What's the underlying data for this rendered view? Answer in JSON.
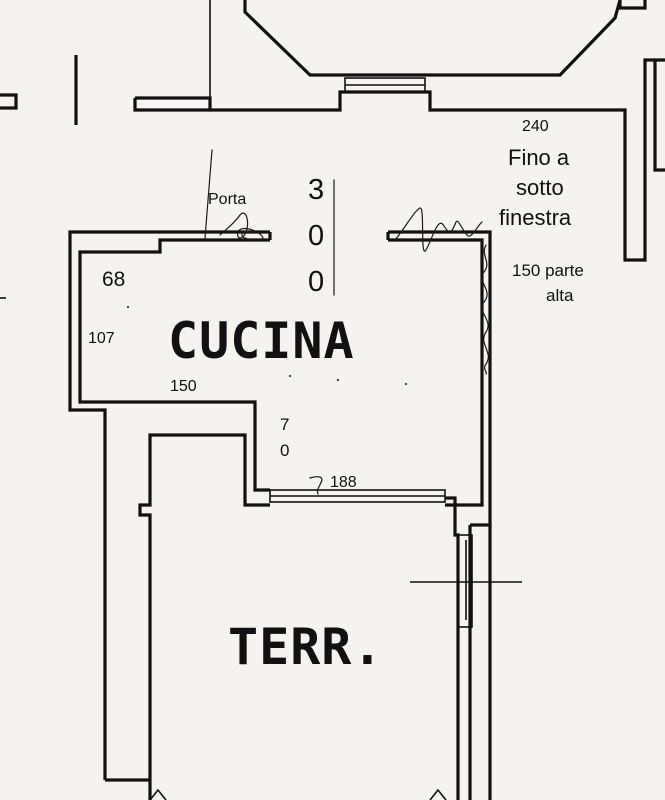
{
  "rooms": {
    "kitchen": "CUCINA",
    "terrace": "TERR."
  },
  "annotations": {
    "door": "Porta",
    "height_300": [
      "3",
      "0",
      "0"
    ],
    "dim_68": "68",
    "dim_107": "107",
    "dim_150_left": "150",
    "dim_70": [
      "7",
      "0"
    ],
    "dim_188": "188",
    "dim_240": "240",
    "window_note": [
      "Fino a",
      "sotto",
      "finestra"
    ],
    "high_part_note": [
      "150 parte",
      "alta"
    ]
  },
  "colors": {
    "paper": "#f4f3ef",
    "ink": "#111111"
  }
}
